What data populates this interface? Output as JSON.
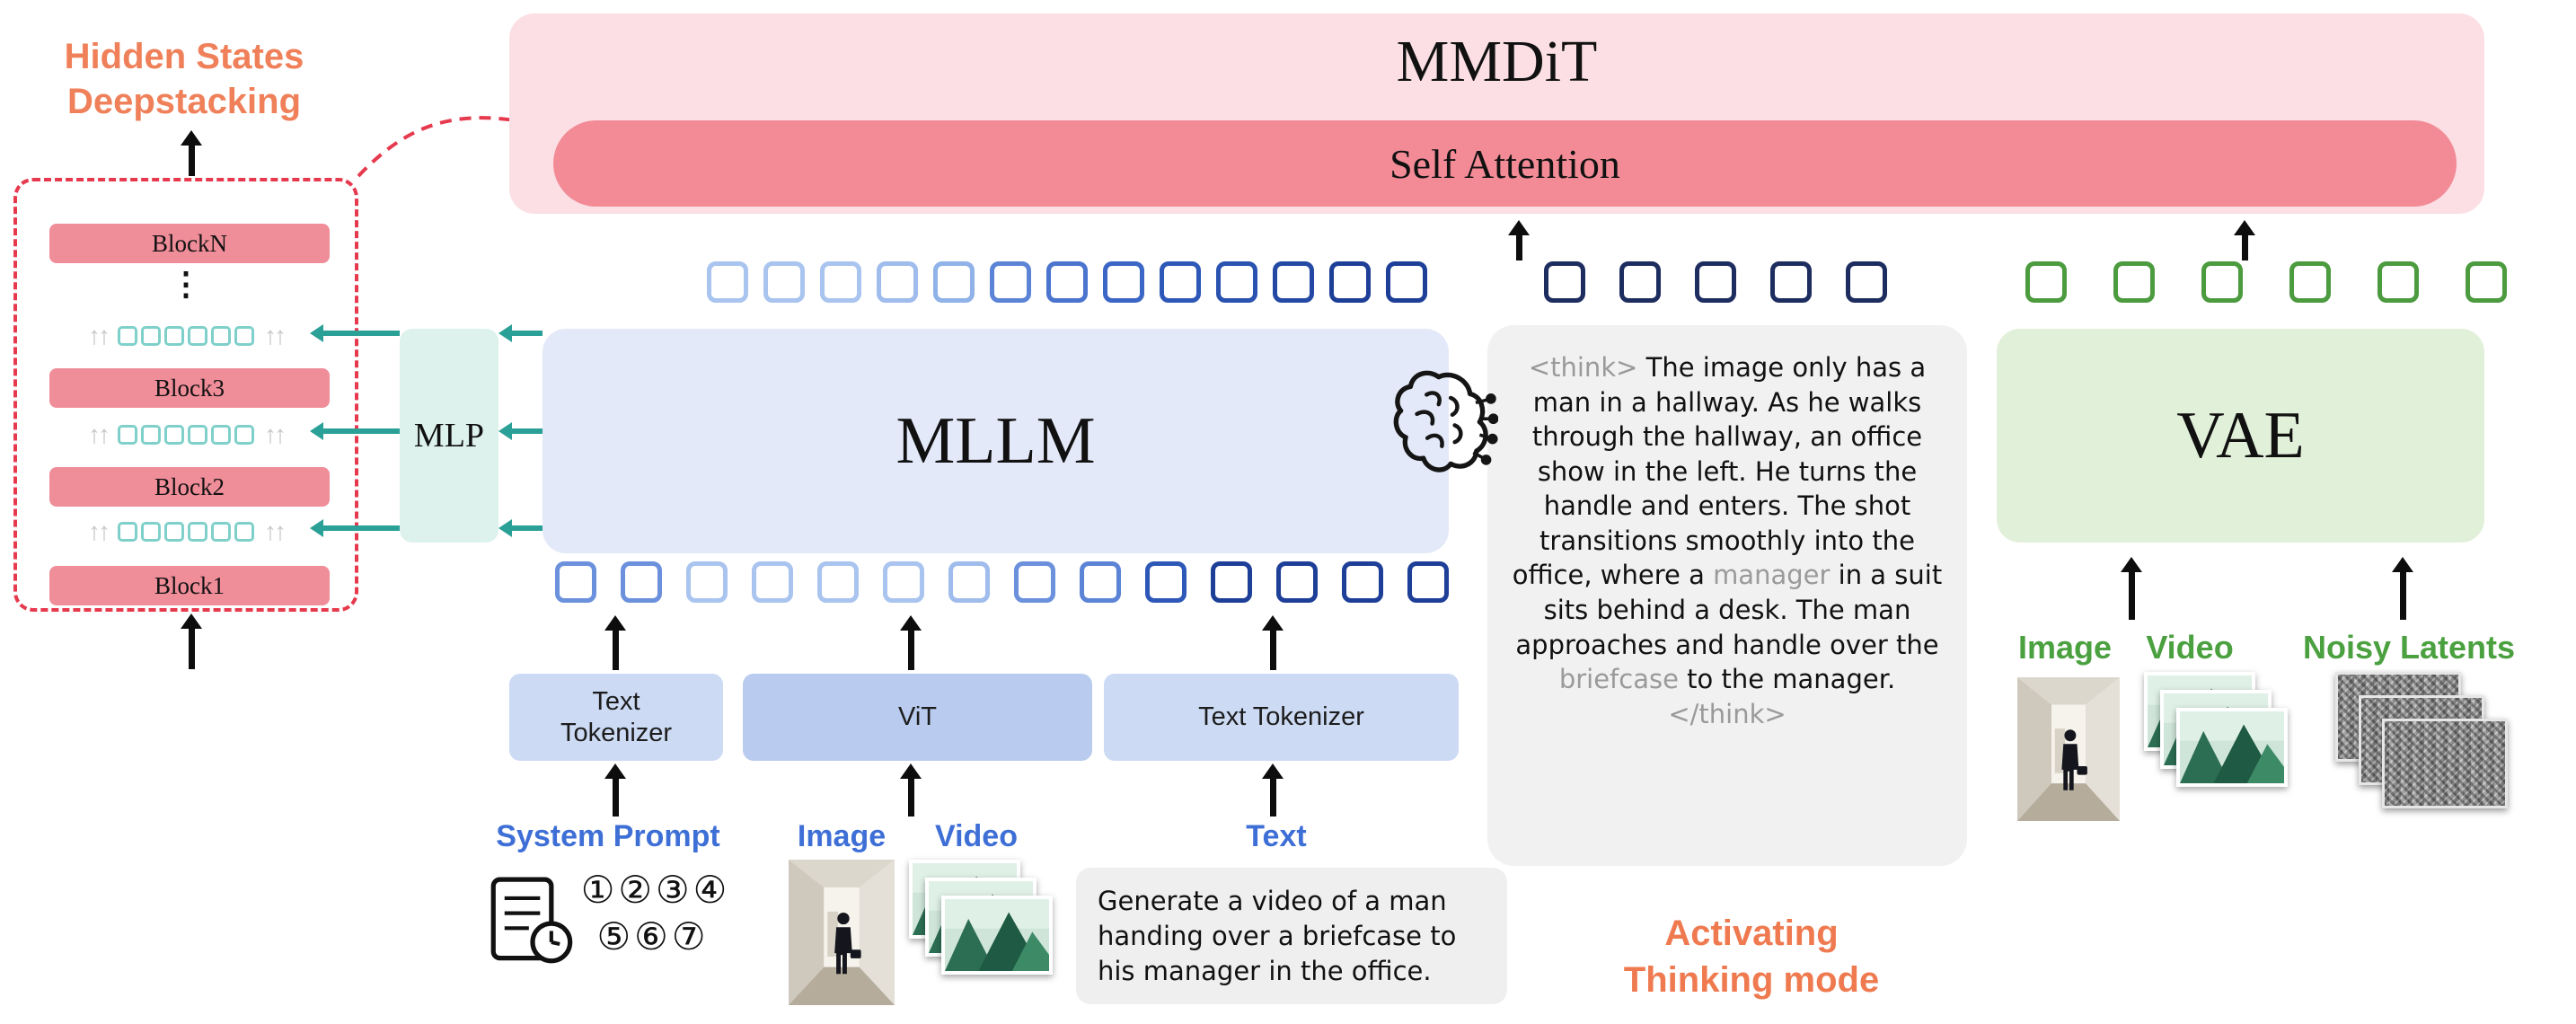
{
  "header": {
    "deepstack_title_line1": "Hidden States",
    "deepstack_title_line2": "Deepstacking"
  },
  "deepstack": {
    "blocks": [
      "BlockN",
      "Block3",
      "Block2",
      "Block1"
    ],
    "ellipsis": "⋮",
    "up_arrows": "↑↑",
    "mini_tokens_per_row": 6
  },
  "mlp": {
    "label": "MLP"
  },
  "mmdit": {
    "title": "MMDiT",
    "self_attention_label": "Self Attention"
  },
  "mllm": {
    "title": "MLLM"
  },
  "vae": {
    "title": "VAE"
  },
  "token_rows": {
    "mllm_top": [
      "#a9c4ef",
      "#a9c4ef",
      "#a9c4ef",
      "#9fbcec",
      "#8fb2e8",
      "#5c84d6",
      "#4a74ce",
      "#3b66c6",
      "#2e58b8",
      "#2a52b0",
      "#2449a5",
      "#1e3f97",
      "#1e3f97"
    ],
    "think_top": [
      "#1d2d5f",
      "#1d2d5f",
      "#1d2d5f",
      "#1d2d5f",
      "#1d2d5f"
    ],
    "vae_top": [
      "#4c9b3f",
      "#4c9b3f",
      "#4c9b3f",
      "#4c9b3f",
      "#4c9b3f",
      "#4c9b3f"
    ],
    "mllm_bottom": [
      "#6b91dd",
      "#6b91dd",
      "#a9c4ef",
      "#a9c4ef",
      "#a9c4ef",
      "#a9c4ef",
      "#9fbcec",
      "#6b91dd",
      "#5c84d6",
      "#2e58b8",
      "#1e3f97",
      "#1e3f97",
      "#1e3f97",
      "#1e3f97"
    ]
  },
  "tokenizers": {
    "text_tokenizer_1_line1": "Text",
    "text_tokenizer_1_line2": "Tokenizer",
    "vit": "ViT",
    "text_tokenizer_2": "Text Tokenizer"
  },
  "inputs": {
    "system_prompt_label": "System Prompt",
    "image_label": "Image",
    "video_label": "Video",
    "text_label": "Text",
    "circled_numbers_row1": "①②③④",
    "circled_numbers_row2": "⑤⑥⑦",
    "prompt_text": "Generate a video of a man handing over a briefcase to his manager in the office."
  },
  "think_bubble": {
    "segments": [
      {
        "text": "<think> ",
        "muted": true
      },
      {
        "text": "The image only has a man in a hallway.  As he walks through the hallway, an office show in the left. He turns the handle and enters. The shot transitions smoothly into the office, where a ",
        "muted": false
      },
      {
        "text": "manager",
        "muted": true
      },
      {
        "text": " in a suit sits behind a desk. The man approaches and handle over the ",
        "muted": false
      },
      {
        "text": "briefcase",
        "muted": true
      },
      {
        "text": " to the manager. ",
        "muted": false
      },
      {
        "text": "</think>",
        "muted": true
      }
    ]
  },
  "annotations": {
    "activating_line1": "Activating",
    "activating_line2": "Thinking mode"
  },
  "vae_inputs": {
    "image_label": "Image",
    "video_label": "Video",
    "noisy_label": "Noisy Latents"
  },
  "colors": {
    "accent_orange": "#ef8059",
    "accent_blue": "#3e6fd6",
    "accent_green": "#4ba03f",
    "dashed_red": "#e6394d",
    "teal_arrow": "#2aa096",
    "block_pink": "#ef8d99",
    "mmdit_bg": "#fbdfe4",
    "self_attention_bg": "#f28b96",
    "mllm_bg": "#e3e9f8",
    "vae_bg": "#e1f0d9",
    "mlp_bg": "#ddf2ec"
  }
}
